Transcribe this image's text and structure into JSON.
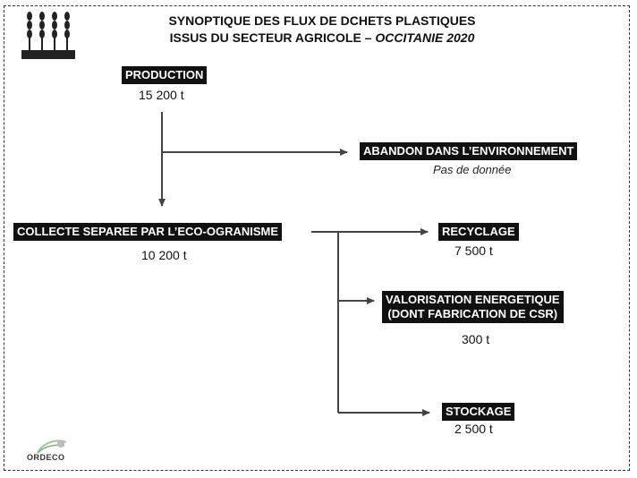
{
  "title": {
    "line1": "SYNOPTIQUE DES FLUX DE DCHETS PLASTIQUES",
    "line2_main": "ISSUS DU SECTEUR AGRICOLE –",
    "line2_italic": "OCCITANIE 2020"
  },
  "nodes": {
    "production": {
      "label": "PRODUCTION",
      "value": "15 200 t"
    },
    "abandon": {
      "label": "ABANDON DANS L’ENVIRONNEMENT",
      "note": "Pas de donnée"
    },
    "collecte": {
      "label": "COLLECTE SEPAREE PAR L’ECO-OGRANISME",
      "value": "10 200 t"
    },
    "recyclage": {
      "label": "RECYCLAGE",
      "value": "7 500 t"
    },
    "valorisation": {
      "label_line1": "VALORISATION ENERGETIQUE",
      "label_line2": "(DONT FABRICATION DE CSR)",
      "value": "300 t"
    },
    "stockage": {
      "label": "STOCKAGE",
      "value": "2 500 t"
    }
  },
  "logo": {
    "name": "ORDECO",
    "icon": "wheat-icon"
  },
  "colors": {
    "label_bg": "#111111",
    "label_text": "#ffffff",
    "arrow": "#444444"
  }
}
